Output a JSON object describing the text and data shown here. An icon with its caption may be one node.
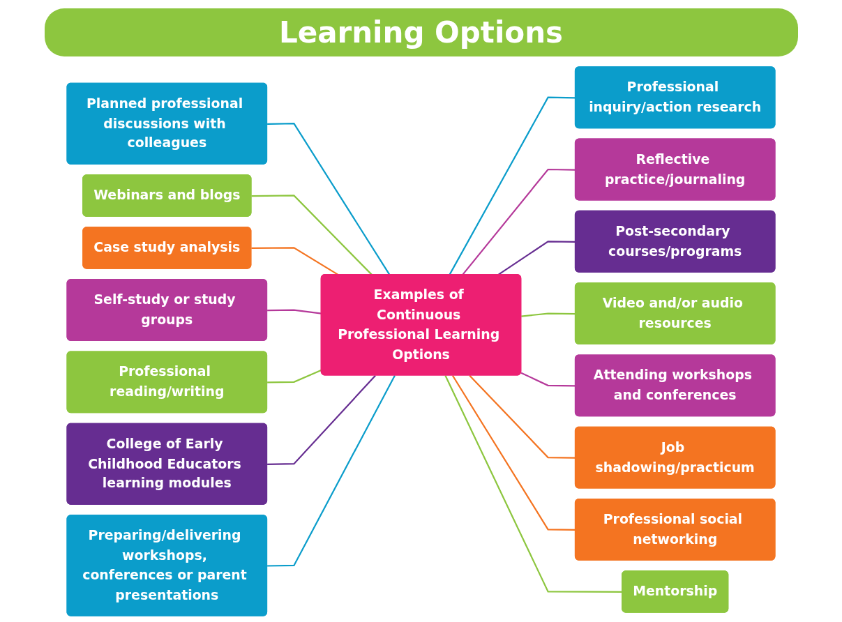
{
  "diagram": {
    "title": "Learning Options",
    "nodes": [
      {
        "text": [
          "Planned professional discussions with colleagues"
        ]
      },
      {
        "text": [
          "Webinars and blogs"
        ]
      },
      {
        "text": [
          "Professional inquiry/action research"
        ]
      },
      {
        "text": [
          "Case study analysis"
        ]
      },
      {
        "text": [
          "Reflective practice/journaling"
        ]
      },
      {
        "text": [
          "Self-study or study groups"
        ]
      },
      {
        "text": [
          "Post-secondary courses/programs"
        ]
      },
      {
        "text": [
          "Examples of Continuous Professional Learning Options"
        ]
      },
      {
        "text": [
          "Professional reading/writing"
        ]
      },
      {
        "text": [
          "Video and/or audio resources"
        ]
      },
      {
        "text": [
          "College of Early Childhood Educators learning modules"
        ]
      },
      {
        "text": [
          "Attending workshops and conferences"
        ]
      },
      {
        "text": [
          "Job shadowing/practicum"
        ]
      },
      {
        "text": [
          "Preparing/delivering workshops, conferences or parent presentations"
        ]
      },
      {
        "text": [
          "Professional social networking"
        ]
      },
      {
        "text": [
          "Mentorship"
        ]
      }
    ],
    "edges": [
      {
        "from": 0,
        "to": 7,
        "arrow": "none",
        "color": "#0b9dcb"
      },
      {
        "from": 1,
        "to": 7,
        "arrow": "none",
        "color": "#8dc63f"
      },
      {
        "from": 7,
        "to": 2,
        "arrow": "none",
        "color": "#0b9dcb"
      },
      {
        "from": 3,
        "to": 7,
        "arrow": "none",
        "color": "#f47421"
      },
      {
        "from": 7,
        "to": 4,
        "arrow": "none",
        "color": "#b5399a"
      },
      {
        "from": 5,
        "to": 7,
        "arrow": "none",
        "color": "#b5399a"
      },
      {
        "from": 7,
        "to": 6,
        "arrow": "none",
        "color": "#662d91"
      },
      {
        "from": 8,
        "to": 7,
        "arrow": "none",
        "color": "#8dc63f"
      },
      {
        "from": 7,
        "to": 9,
        "arrow": "none",
        "color": "#8dc63f"
      },
      {
        "from": 10,
        "to": 7,
        "arrow": "none",
        "color": "#662d91"
      },
      {
        "from": 7,
        "to": 11,
        "arrow": "none",
        "color": "#b5399a"
      },
      {
        "from": 7,
        "to": 12,
        "arrow": "none",
        "color": "#f47421"
      },
      {
        "from": 13,
        "to": 7,
        "arrow": "none",
        "color": "#0b9dcb"
      },
      {
        "from": 7,
        "to": 14,
        "arrow": "none",
        "color": "#f47421"
      },
      {
        "from": 7,
        "to": 15,
        "arrow": "none",
        "color": "#8dc63f"
      }
    ]
  }
}
